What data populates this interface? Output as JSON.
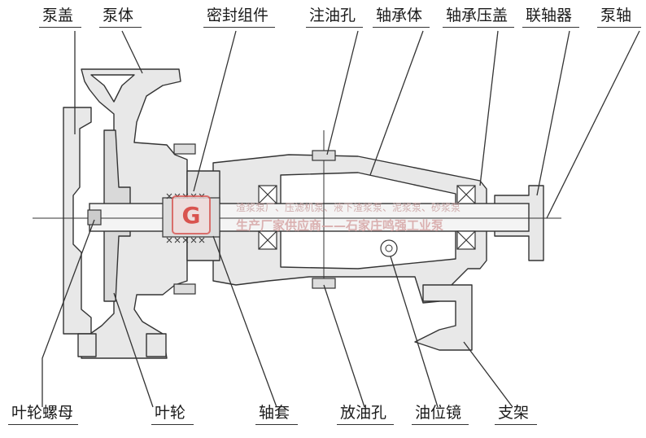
{
  "labels_top": {
    "pump_cover": "泵盖",
    "pump_body": "泵体",
    "seal_assembly": "密封组件",
    "oil_fill_hole": "注油孔",
    "bearing_body": "轴承体",
    "bearing_cover": "轴承压盖",
    "coupling": "联轴器",
    "pump_shaft": "泵轴"
  },
  "labels_bottom": {
    "impeller_nut": "叶轮螺母",
    "impeller": "叶轮",
    "shaft_sleeve": "轴套",
    "oil_drain_hole": "放油孔",
    "oil_sight_glass": "油位镜",
    "support_frame": "支架"
  },
  "watermark": {
    "line1": "渣浆泵厂、压滤机泵、液下渣浆泵、泥浆泵、砂浆泵",
    "line2": "生产厂家供应商——石家庄鸣强工业泵",
    "logo_glyph": "G"
  },
  "colors": {
    "line": "#333333",
    "body_fill": "#e6e6e6",
    "logo": "#d9534f"
  }
}
